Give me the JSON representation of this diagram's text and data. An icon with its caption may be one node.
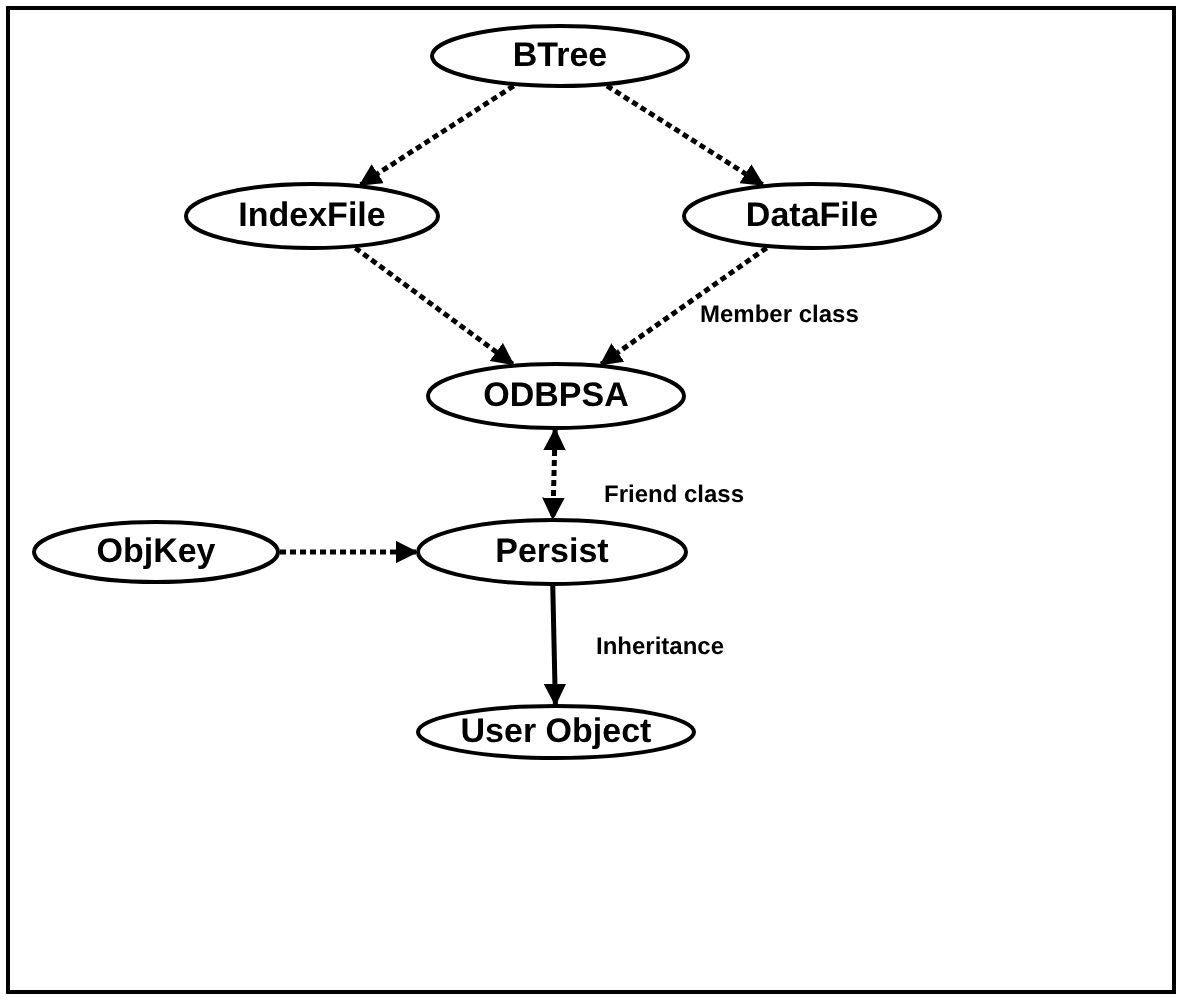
{
  "diagram": {
    "nodes": [
      {
        "text": [
          "BTree"
        ]
      },
      {
        "text": [
          "IndexFile"
        ]
      },
      {
        "text": [
          "DataFile"
        ]
      },
      {
        "text": [
          "ODBPSA"
        ]
      },
      {
        "text": [
          "ObjKey"
        ]
      },
      {
        "text": [
          "Persist"
        ]
      },
      {
        "text": [
          "User Object"
        ]
      }
    ],
    "edges": [
      {
        "from": 0,
        "to": 1,
        "arrow": "to",
        "style": "dashed"
      },
      {
        "from": 0,
        "to": 2,
        "arrow": "to",
        "style": "dashed"
      },
      {
        "from": 1,
        "to": 3,
        "arrow": "to",
        "style": "dashed"
      },
      {
        "from": 2,
        "to": 3,
        "arrow": "to",
        "style": "dashed",
        "label": "Member class"
      },
      {
        "from": 3,
        "to": 5,
        "arrow": "both",
        "style": "dashed",
        "label": "Friend class"
      },
      {
        "from": 4,
        "to": 5,
        "arrow": "to",
        "style": "dashed"
      },
      {
        "from": 5,
        "to": 6,
        "arrow": "to",
        "label": "Inheritance"
      }
    ]
  }
}
